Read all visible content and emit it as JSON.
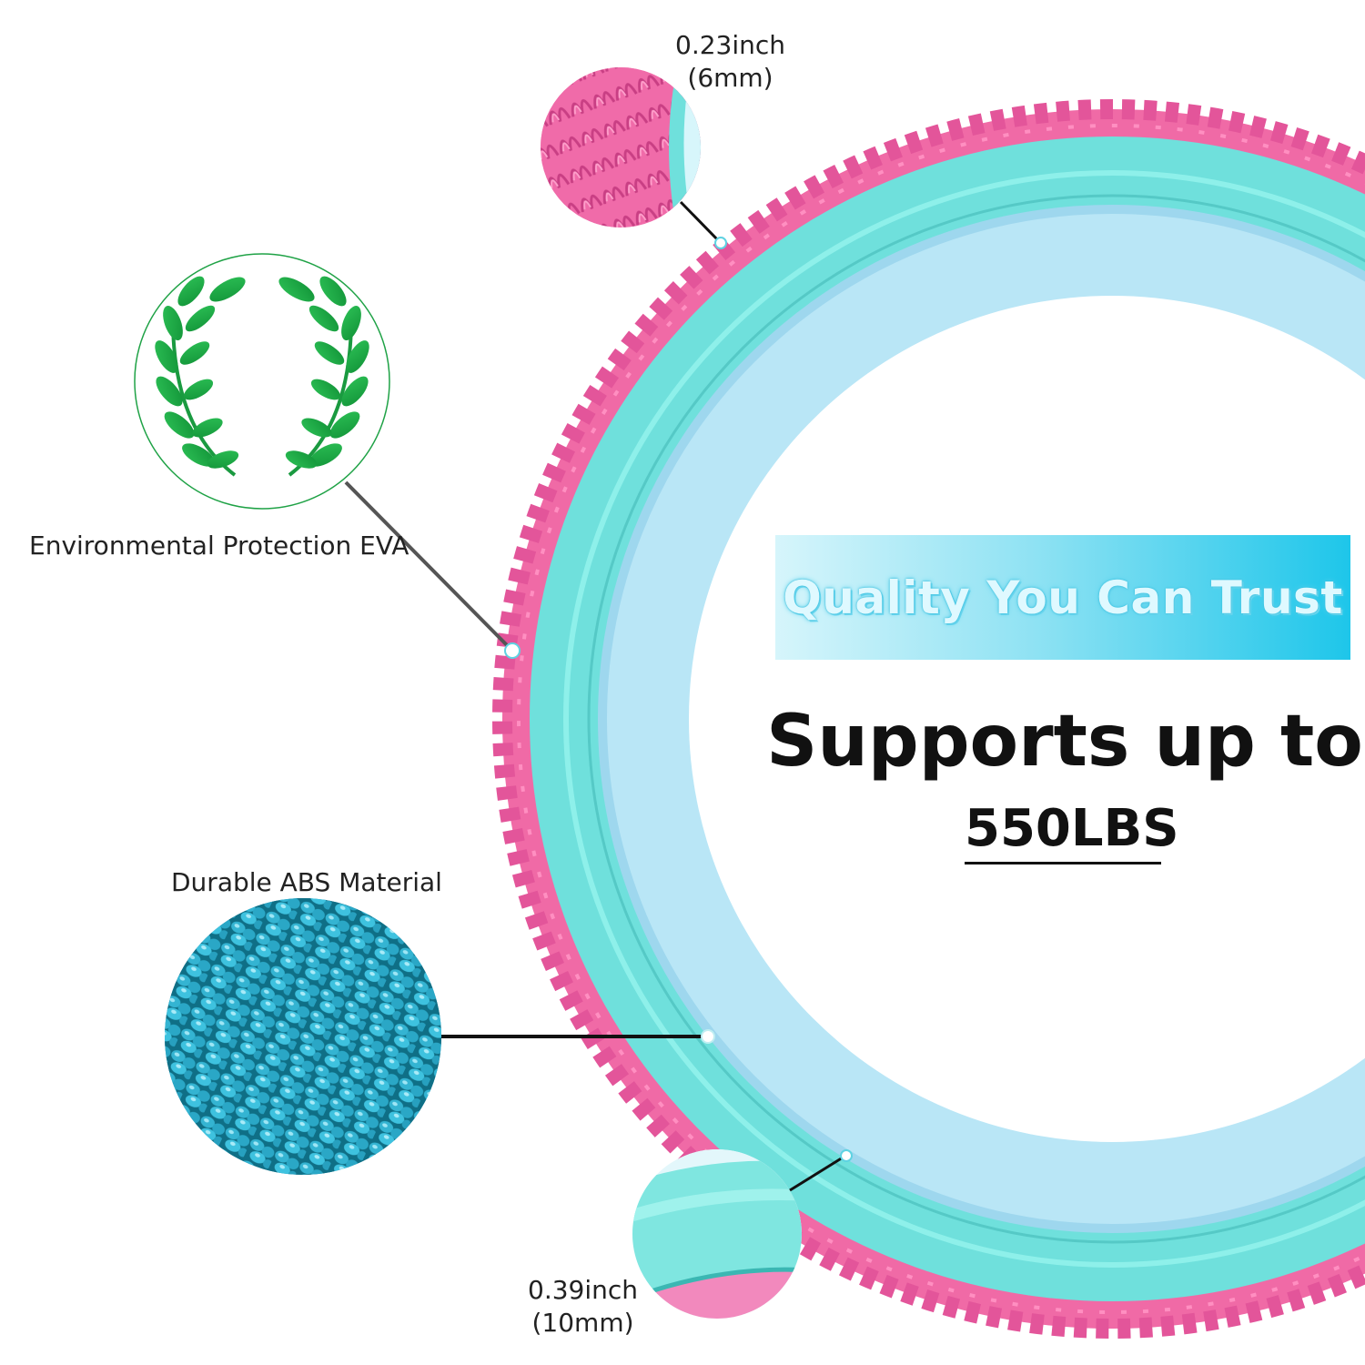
{
  "callouts": {
    "top_thickness": "0.23inch",
    "top_thickness_mm": "(6mm)",
    "eva_label": "Environmental Protection EVA",
    "abs_label": "Durable ABS Material",
    "bottom_thickness": "0.39inch",
    "bottom_thickness_mm": "(10mm)"
  },
  "banner": {
    "text": "Quality You Can Trust"
  },
  "headline": {
    "line1": "Supports up to",
    "capacity": "550LBS"
  },
  "colors": {
    "pink_eva": "#f26aa8",
    "teal_abs": "#6fe0dc",
    "inner_blue": "#b9e6f6",
    "leaf_green": "#1fa246",
    "banner_end": "#1ec6ea"
  },
  "icons": [
    "laurel-wreath-icon"
  ]
}
